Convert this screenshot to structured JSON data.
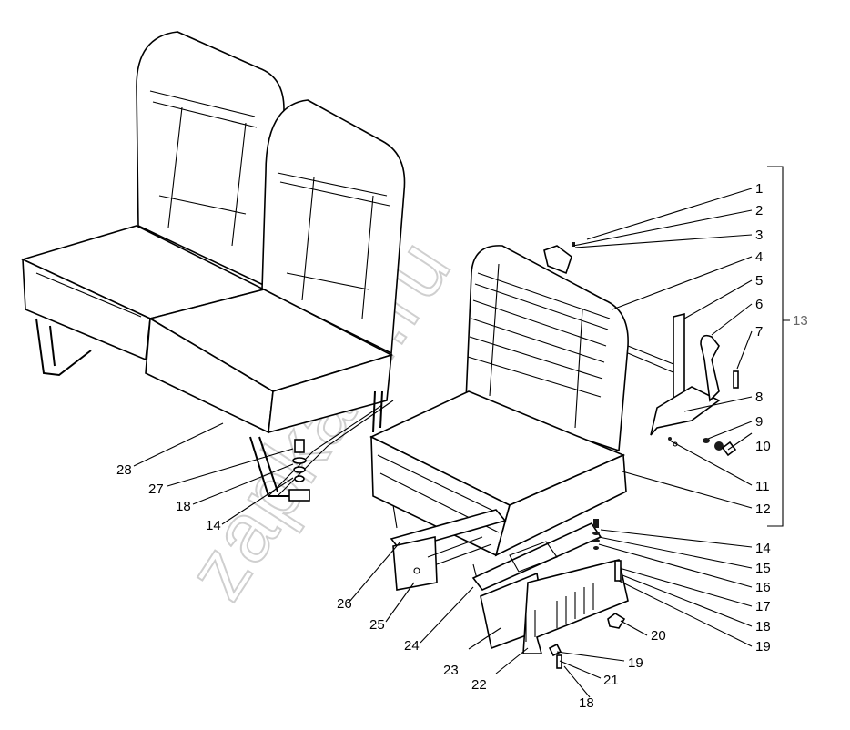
{
  "watermark": "zapkam.ru",
  "callouts": [
    {
      "id": "c1",
      "text": "1"
    },
    {
      "id": "c2",
      "text": "2"
    },
    {
      "id": "c3",
      "text": "3"
    },
    {
      "id": "c4",
      "text": "4"
    },
    {
      "id": "c5",
      "text": "5"
    },
    {
      "id": "c6",
      "text": "6"
    },
    {
      "id": "c7",
      "text": "7"
    },
    {
      "id": "c8",
      "text": "8"
    },
    {
      "id": "c9",
      "text": "9"
    },
    {
      "id": "c10",
      "text": "10"
    },
    {
      "id": "c11",
      "text": "11"
    },
    {
      "id": "c12",
      "text": "12"
    },
    {
      "id": "c13",
      "text": "13"
    },
    {
      "id": "c14a",
      "text": "14"
    },
    {
      "id": "c15",
      "text": "15"
    },
    {
      "id": "c16",
      "text": "16"
    },
    {
      "id": "c17",
      "text": "17"
    },
    {
      "id": "c18a",
      "text": "18"
    },
    {
      "id": "c19a",
      "text": "19"
    },
    {
      "id": "c20",
      "text": "20"
    },
    {
      "id": "c19b",
      "text": "19"
    },
    {
      "id": "c21",
      "text": "21"
    },
    {
      "id": "c18b",
      "text": "18"
    },
    {
      "id": "c22",
      "text": "22"
    },
    {
      "id": "c23",
      "text": "23"
    },
    {
      "id": "c24",
      "text": "24"
    },
    {
      "id": "c25",
      "text": "25"
    },
    {
      "id": "c26",
      "text": "26"
    },
    {
      "id": "c28",
      "text": "28"
    },
    {
      "id": "c27",
      "text": "27"
    },
    {
      "id": "c18c",
      "text": "18"
    },
    {
      "id": "c14b",
      "text": "14"
    }
  ]
}
